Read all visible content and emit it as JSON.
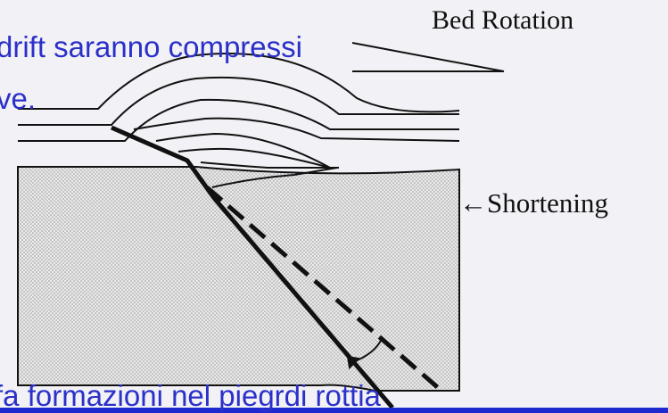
{
  "labels": {
    "bed_rotation": "Bed Rotation",
    "shortening": "←Shortening"
  },
  "overlay_text": {
    "line1": "drift saranno compressi",
    "line2": "ve.",
    "bottom": "fa formazioni nel piegrdi rottia"
  },
  "colors": {
    "slide_background": "#1e2ad0",
    "paper": "#f2f2f6",
    "overlay_text": "#2b30c8",
    "ink": "#111111",
    "stipple": "#c9c9c9"
  }
}
